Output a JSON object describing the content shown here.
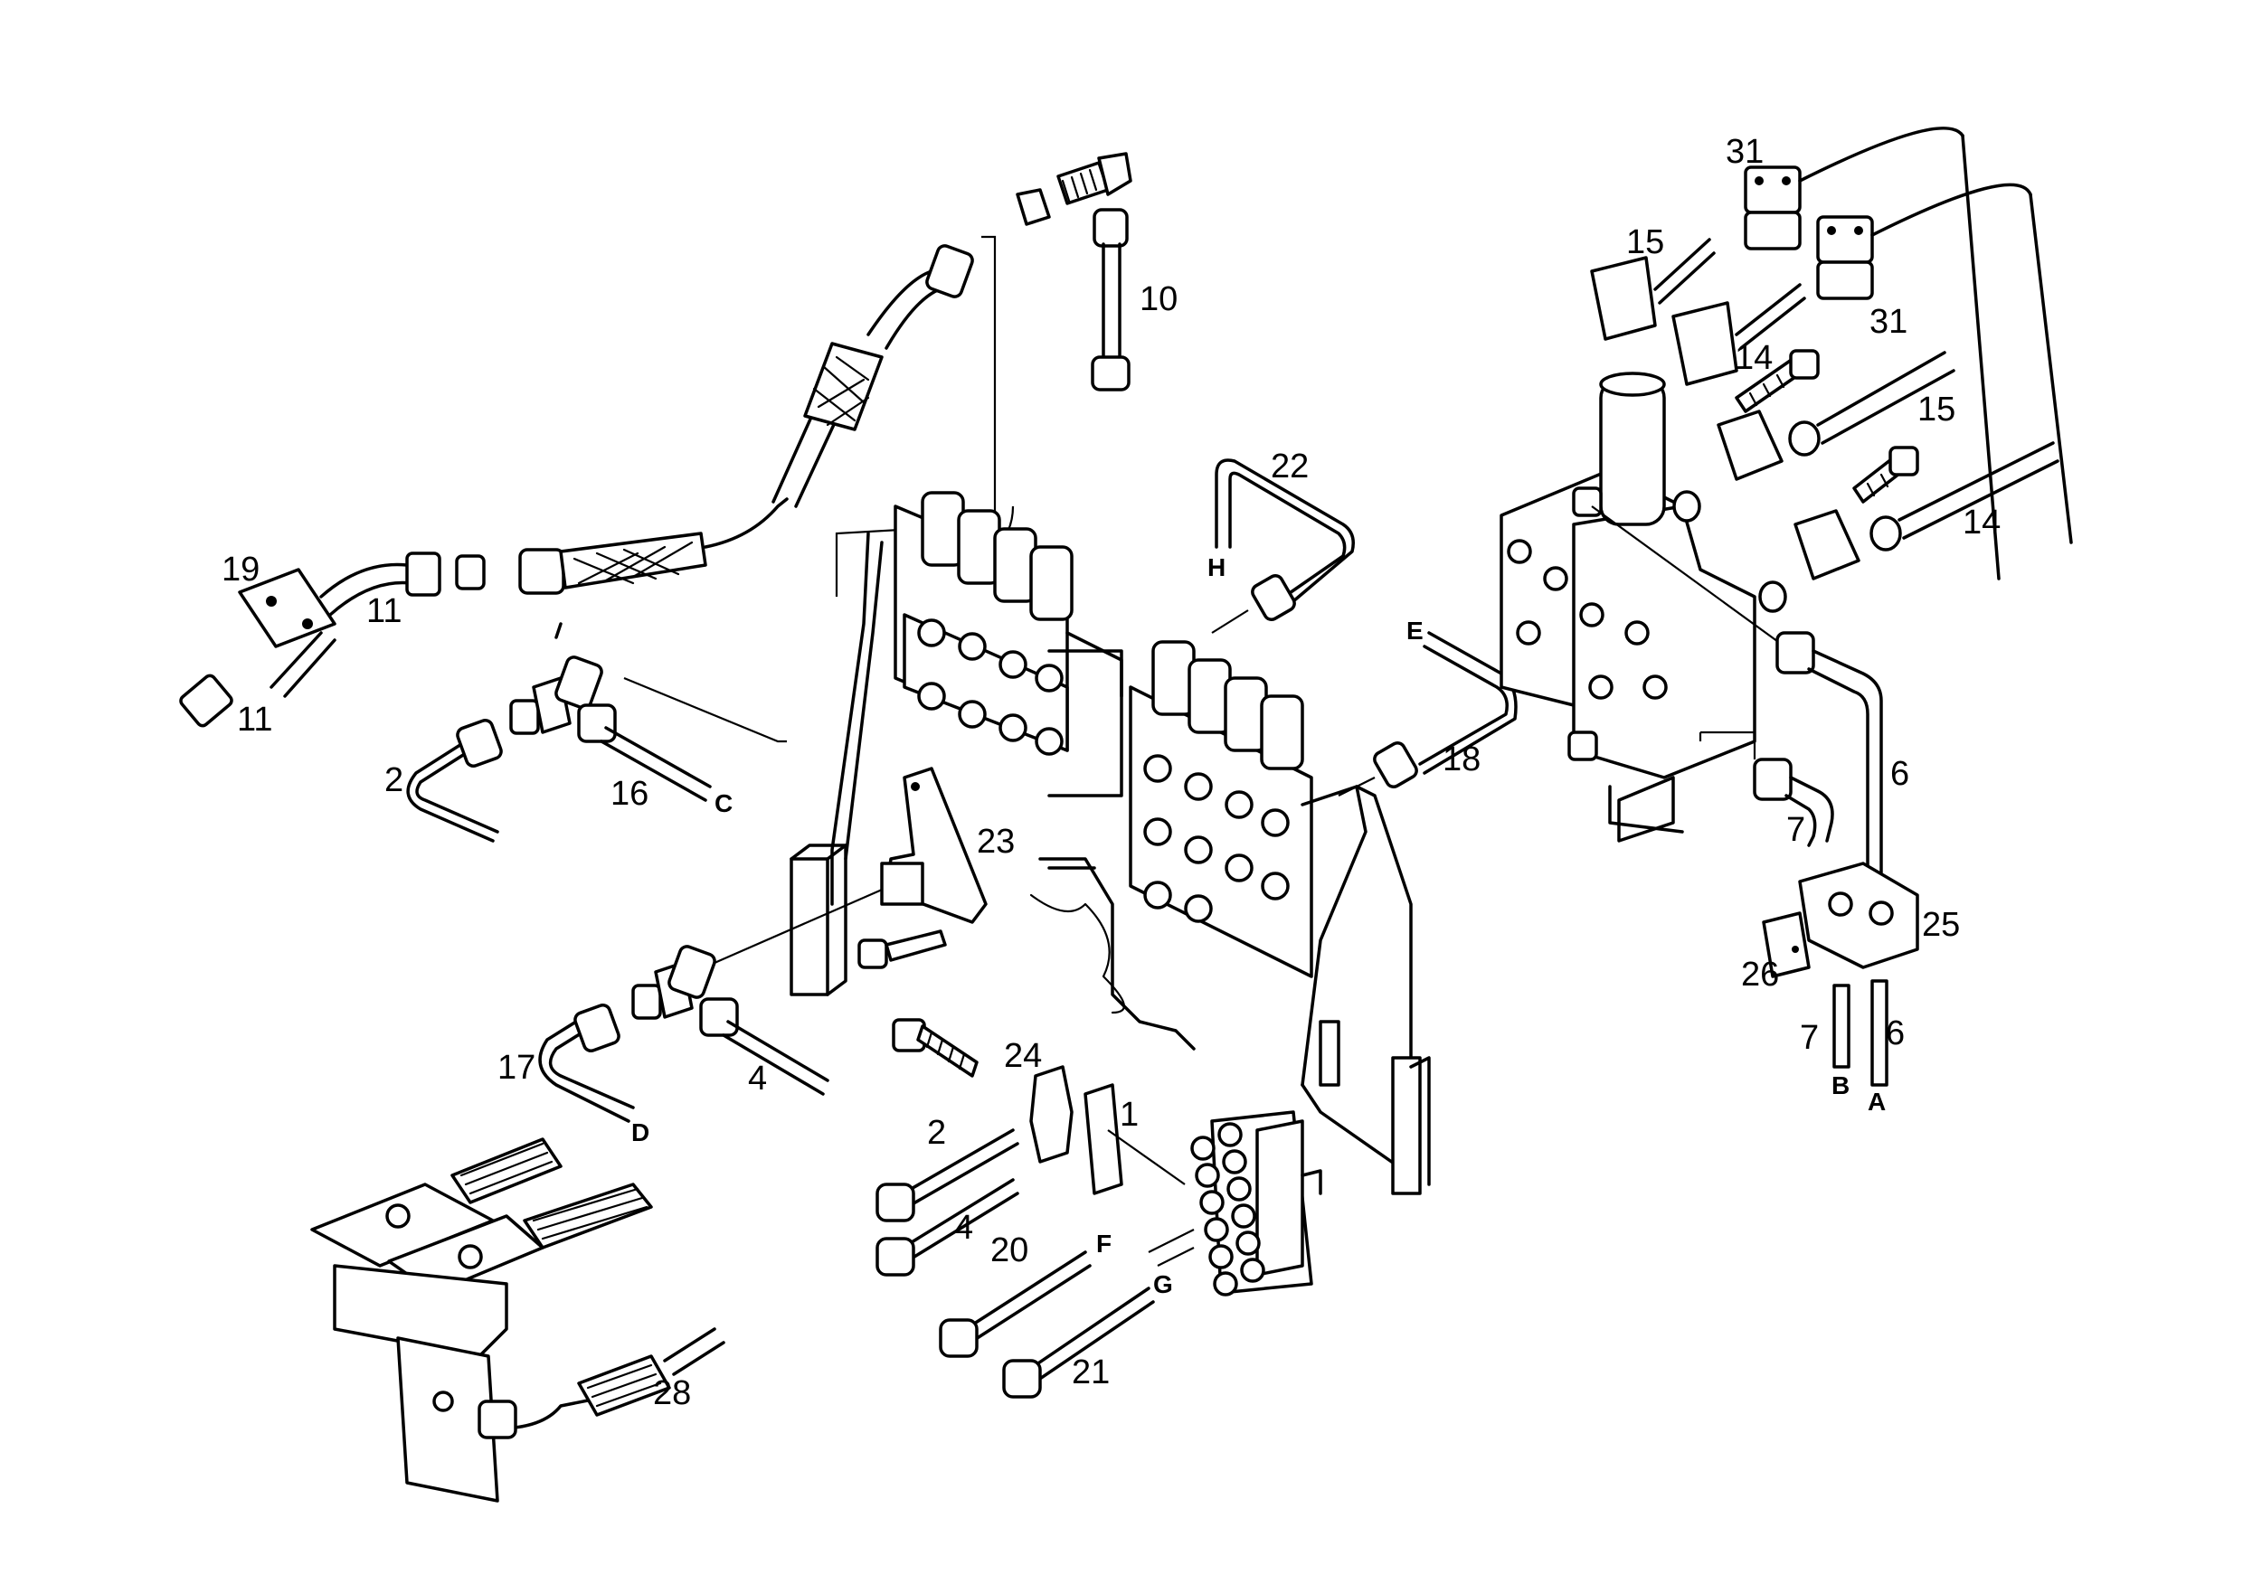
{
  "callouts": [
    {
      "id": "c19",
      "text": "19"
    },
    {
      "id": "c11a",
      "text": "11"
    },
    {
      "id": "c11b",
      "text": "11"
    },
    {
      "id": "c10",
      "text": "10"
    },
    {
      "id": "c22",
      "text": "22"
    },
    {
      "id": "c2a",
      "text": "2"
    },
    {
      "id": "c16",
      "text": "16"
    },
    {
      "id": "c23",
      "text": "23"
    },
    {
      "id": "c18",
      "text": "18"
    },
    {
      "id": "c17",
      "text": "17"
    },
    {
      "id": "c4a",
      "text": "4"
    },
    {
      "id": "c24",
      "text": "24"
    },
    {
      "id": "c1",
      "text": "1"
    },
    {
      "id": "c2b",
      "text": "2"
    },
    {
      "id": "c4b",
      "text": "4"
    },
    {
      "id": "c20",
      "text": "20"
    },
    {
      "id": "c21",
      "text": "21"
    },
    {
      "id": "c28",
      "text": "28"
    },
    {
      "id": "c31a",
      "text": "31"
    },
    {
      "id": "c31b",
      "text": "31"
    },
    {
      "id": "c15a",
      "text": "15"
    },
    {
      "id": "c14a",
      "text": "14"
    },
    {
      "id": "c15b",
      "text": "15"
    },
    {
      "id": "c14b",
      "text": "14"
    },
    {
      "id": "c6a",
      "text": "6"
    },
    {
      "id": "c7a",
      "text": "7"
    },
    {
      "id": "c25",
      "text": "25"
    },
    {
      "id": "c26",
      "text": "26"
    },
    {
      "id": "c7b",
      "text": "7"
    },
    {
      "id": "c6b",
      "text": "6"
    }
  ],
  "connection_letters": [
    {
      "id": "lH",
      "text": "H"
    },
    {
      "id": "lE",
      "text": "E"
    },
    {
      "id": "lC",
      "text": "C"
    },
    {
      "id": "lD",
      "text": "D"
    },
    {
      "id": "lF",
      "text": "F"
    },
    {
      "id": "lG",
      "text": "G"
    },
    {
      "id": "lB",
      "text": "B"
    },
    {
      "id": "lA",
      "text": "A"
    }
  ]
}
